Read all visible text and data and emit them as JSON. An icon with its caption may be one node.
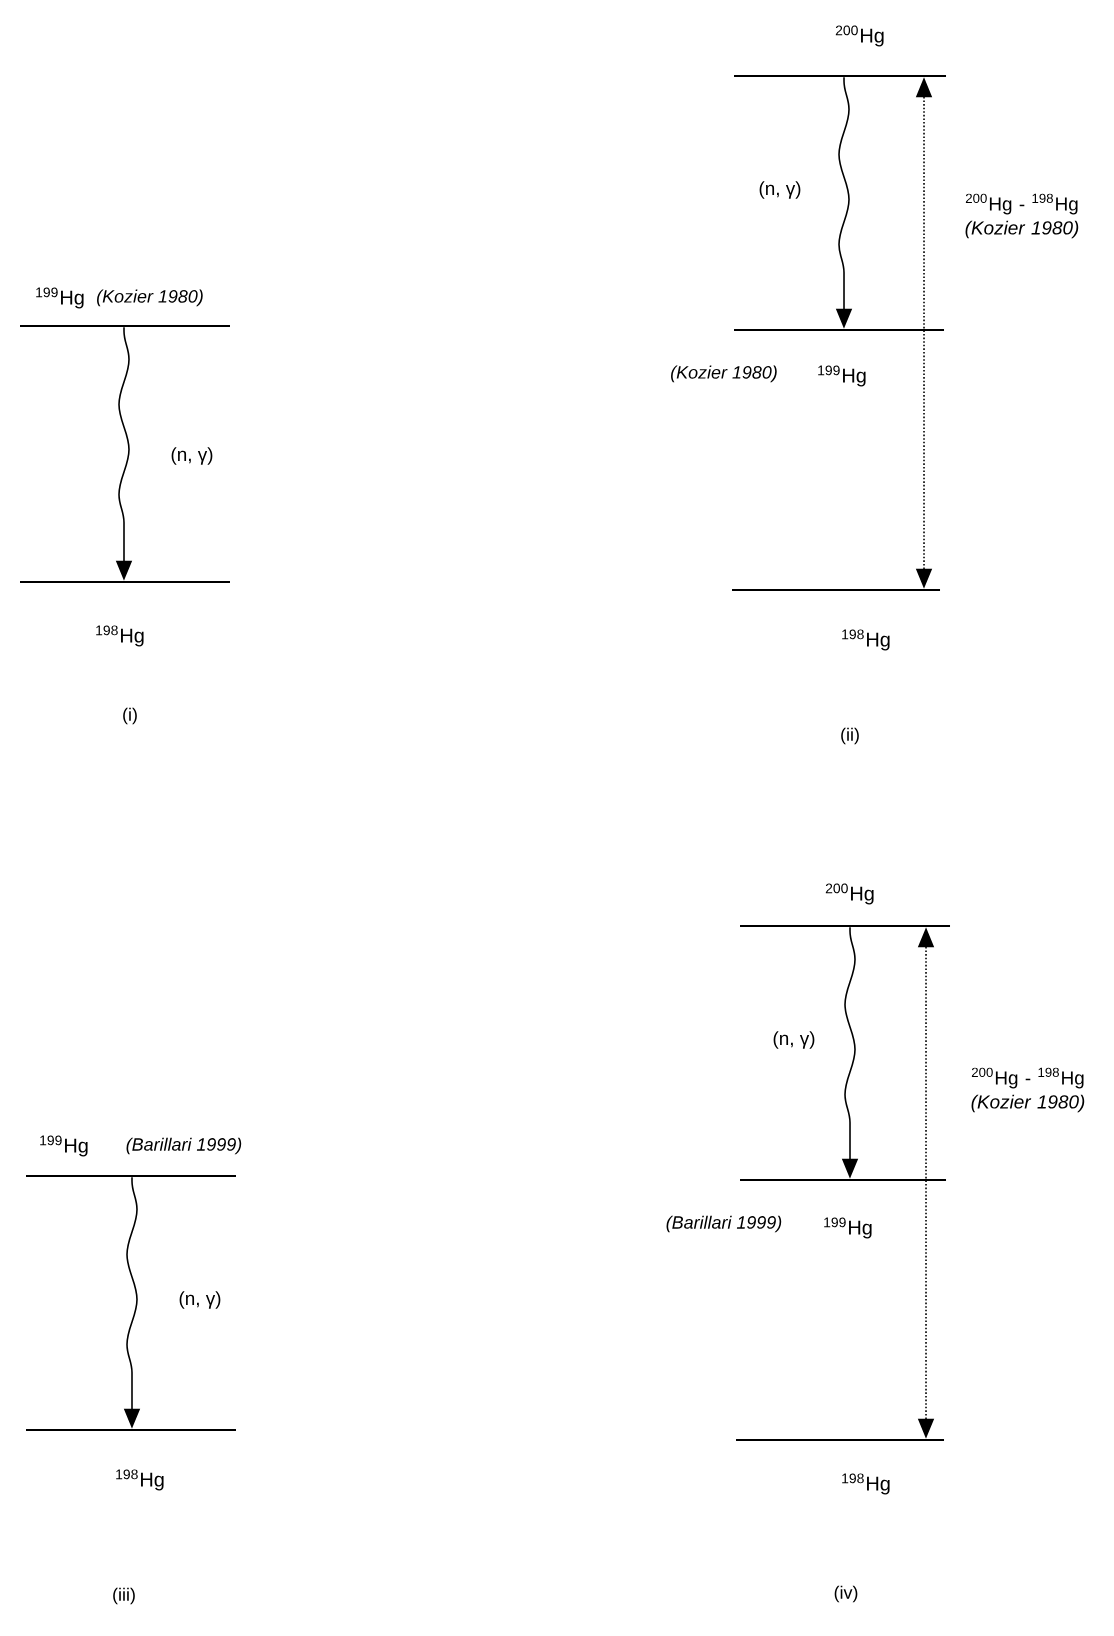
{
  "diagram": {
    "nodes": [
      {
        "text": [
          "$^{199}$Hg"
        ],
        "beside": [
          "(Kozier 1980)"
        ]
      },
      {
        "text": [
          "$^{198}$Hg"
        ]
      },
      {
        "text": [
          "$^{200}$Hg"
        ]
      },
      {
        "text": [
          "$^{199}$Hg"
        ],
        "beside": [
          "(Kozier 1980)"
        ]
      },
      {
        "text": [
          "$^{198}$Hg"
        ]
      },
      {
        "text": [
          "$^{199}$Hg"
        ],
        "beside": [
          "(Barillari 1999)"
        ]
      },
      {
        "text": [
          "$^{198}$Hg"
        ]
      },
      {
        "text": [
          "$^{200}$Hg"
        ]
      },
      {
        "text": [
          "$^{199}$Hg"
        ],
        "beside": [
          "(Barillari 1999)"
        ]
      },
      {
        "text": [
          "$^{198}$Hg"
        ]
      }
    ],
    "edges": [
      {
        "from": 0,
        "to": 1,
        "arrow": "to",
        "label": "(n, γ)"
      },
      {
        "from": 2,
        "to": 3,
        "arrow": "to",
        "label": "(n, γ)"
      },
      {
        "from": 2,
        "to": 4,
        "arrow": "both",
        "style": "dashed",
        "label": "$^{200}$Hg - $^{198}$Hg *(Kozier 1980)*"
      },
      {
        "from": 5,
        "to": 6,
        "arrow": "to",
        "label": "(n, γ)"
      },
      {
        "from": 7,
        "to": 8,
        "arrow": "to",
        "label": "(n, γ)"
      },
      {
        "from": 7,
        "to": 9,
        "arrow": "both",
        "style": "dashed",
        "label": "$^{200}$Hg - $^{198}$Hg *(Kozier 1980)*"
      }
    ],
    "labels": [
      "(i)",
      "(ii)",
      "(iii)",
      "(iv)"
    ]
  }
}
